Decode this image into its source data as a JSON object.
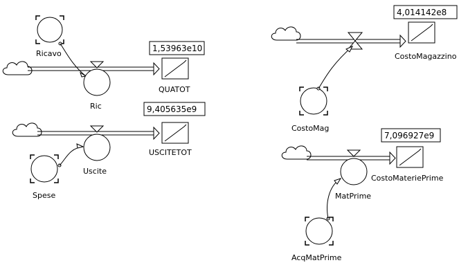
{
  "labels": {
    "ricavo": "Ricavo",
    "ric": "Ric",
    "quatot": "QUATOT",
    "quatot_value": "1,53963e10",
    "uscite": "Uscite",
    "spese": "Spese",
    "uscitetot": "USCITETOT",
    "uscitetot_value": "9,405635e9",
    "costo_magazzino": "CostoMagazzino",
    "costo_magazzino_value": "4,014142e8",
    "costo_mag": "CostoMag",
    "costo_materie_prime": "CostoMateriePrime",
    "costo_materie_prime_value": "7,096927e9",
    "mat_prime": "MatPrime",
    "acq_mat_prime": "AcqMatPrime"
  }
}
